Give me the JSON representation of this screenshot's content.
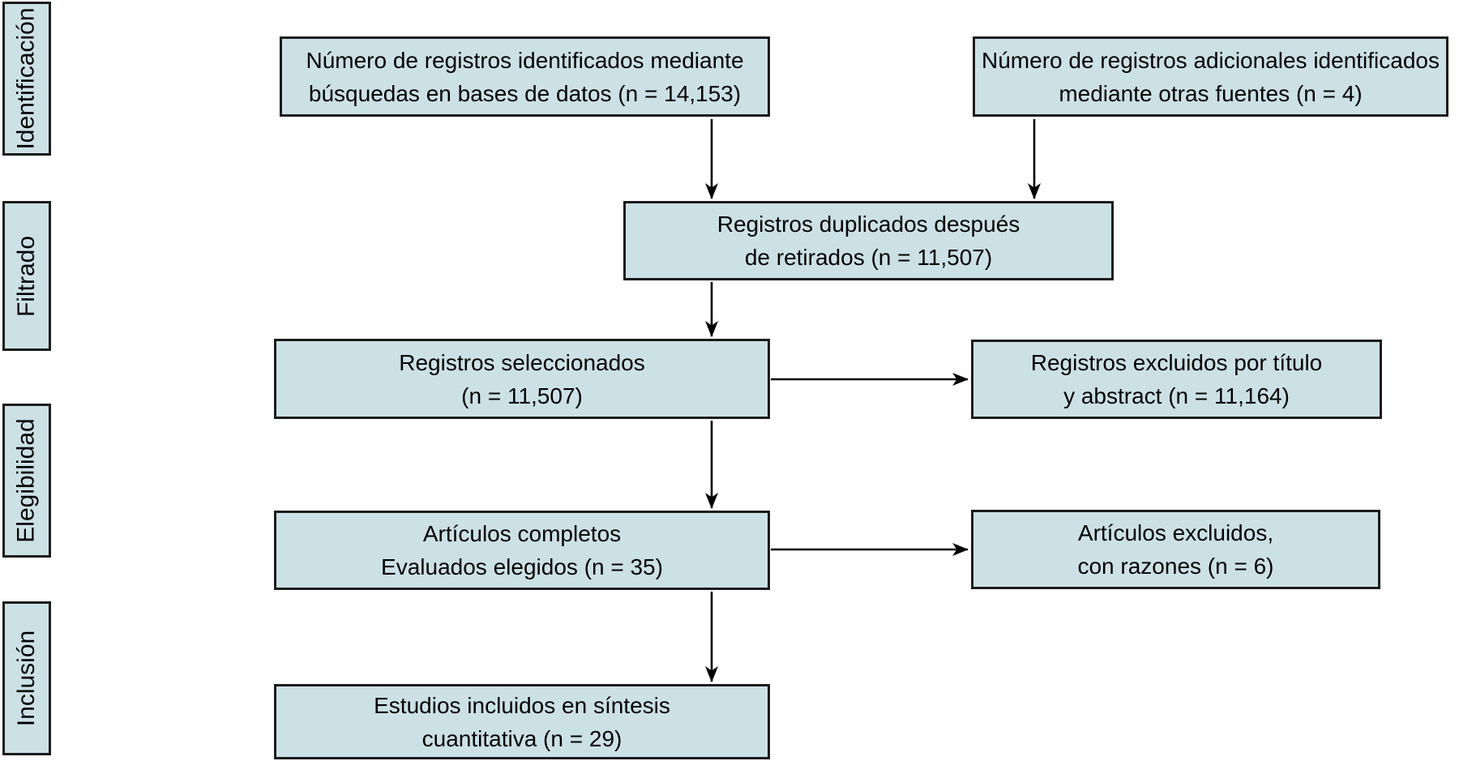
{
  "colors": {
    "background": "#ffffff",
    "box_fill": "#cce1e6",
    "box_border": "#1c1c1c",
    "arrow": "#000000",
    "text": "#000000"
  },
  "sidebar": {
    "items": [
      {
        "label": "Identificación"
      },
      {
        "label": "Filtrado"
      },
      {
        "label": "Elegibilidad"
      },
      {
        "label": "Inclusión"
      }
    ]
  },
  "flow": {
    "identified_databases": {
      "line1": "Número de registros identificados mediante",
      "line2": "búsquedas en bases de datos (n = 14,153)",
      "n": 14153
    },
    "identified_other_sources": {
      "line1": "Número de registros adicionales identificados",
      "line2": "mediante otras fuentes (n = 4)",
      "n": 4
    },
    "duplicates_removed": {
      "line1": "Registros duplicados después",
      "line2": "de retirados (n = 11,507)",
      "n": 11507
    },
    "records_screened": {
      "line1": "Registros seleccionados",
      "line2": "(n = 11,507)",
      "n": 11507
    },
    "records_excluded_title_abstract": {
      "line1": "Registros excluidos por título",
      "line2": "y abstract (n = 11,164)",
      "n": 11164
    },
    "fulltext_assessed": {
      "line1": "Artículos completos",
      "line2": "Evaluados elegidos (n = 35)",
      "n": 35
    },
    "fulltext_excluded": {
      "line1": "Artículos excluidos,",
      "line2": "con razones (n = 6)",
      "n": 6
    },
    "studies_included": {
      "line1": "Estudios incluidos en síntesis",
      "line2": "cuantitativa (n = 29)",
      "n": 29
    }
  }
}
